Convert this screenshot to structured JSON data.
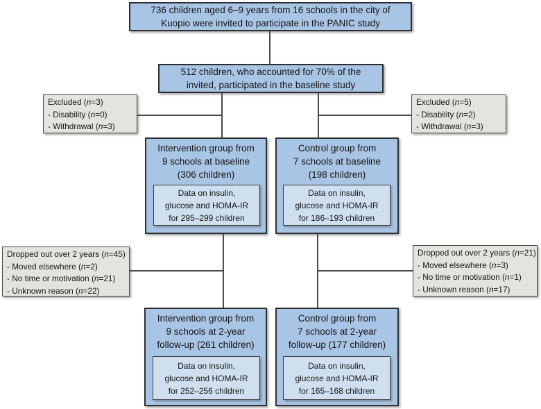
{
  "colors": {
    "box_blue": "#a9c5e5",
    "box_blue_light": "#cfdff0",
    "box_gray": "#e4e4de",
    "line": "#4a4a4a",
    "border": "#2e2e2e"
  },
  "flow": {
    "invited": {
      "lines": [
        "736 children aged 6–9 years from 16 schools in the city of",
        "Kuopio were invited to participate in the PANIC study"
      ]
    },
    "baseline": {
      "lines": [
        "512 children, who accounted for 70% of the",
        "invited, participated in the baseline study"
      ]
    },
    "excluded_left": {
      "lines": [
        "Excluded (n=3)",
        "- Disability (n=0)",
        "- Withdrawal (n=3)"
      ]
    },
    "excluded_right": {
      "lines": [
        "Excluded (n=5)",
        "- Disability (n=2)",
        "- Withdrawal (n=3)"
      ]
    },
    "intervention_baseline": {
      "title_lines": [
        "Intervention group from",
        "9 schools at baseline",
        "(306 children)"
      ],
      "data_lines": [
        "Data on insulin,",
        "glucose and HOMA-IR",
        "for 295–299 children"
      ]
    },
    "control_baseline": {
      "title_lines": [
        "Control group from",
        "7 schools at baseline",
        "(198 children)"
      ],
      "data_lines": [
        "Data on insulin,",
        "glucose and HOMA-IR",
        "for 186–193 children"
      ]
    },
    "dropout_left": {
      "lines": [
        "Dropped out over 2 years (n=45)",
        "- Moved elsewhere (n=2)",
        "- No time or motivation (n=21)",
        "- Unknown reason (n=22)"
      ]
    },
    "dropout_right": {
      "lines": [
        "Dropped out over 2 years (n=21)",
        "- Moved elsewhere (n=3)",
        "- No time or motivation (n=1)",
        "- Unknown reason (n=17)"
      ]
    },
    "intervention_followup": {
      "title_lines": [
        "Intervention group from",
        "9 schools at 2-year",
        "follow-up (261 children)"
      ],
      "data_lines": [
        "Data on insulin,",
        "glucose and HOMA-IR",
        "for 252–256 children"
      ]
    },
    "control_followup": {
      "title_lines": [
        "Control group from",
        "7 schools at 2-year",
        "follow-up (177 children)"
      ],
      "data_lines": [
        "Data on insulin,",
        "glucose and HOMA-IR",
        "for 165–168 children"
      ]
    }
  }
}
